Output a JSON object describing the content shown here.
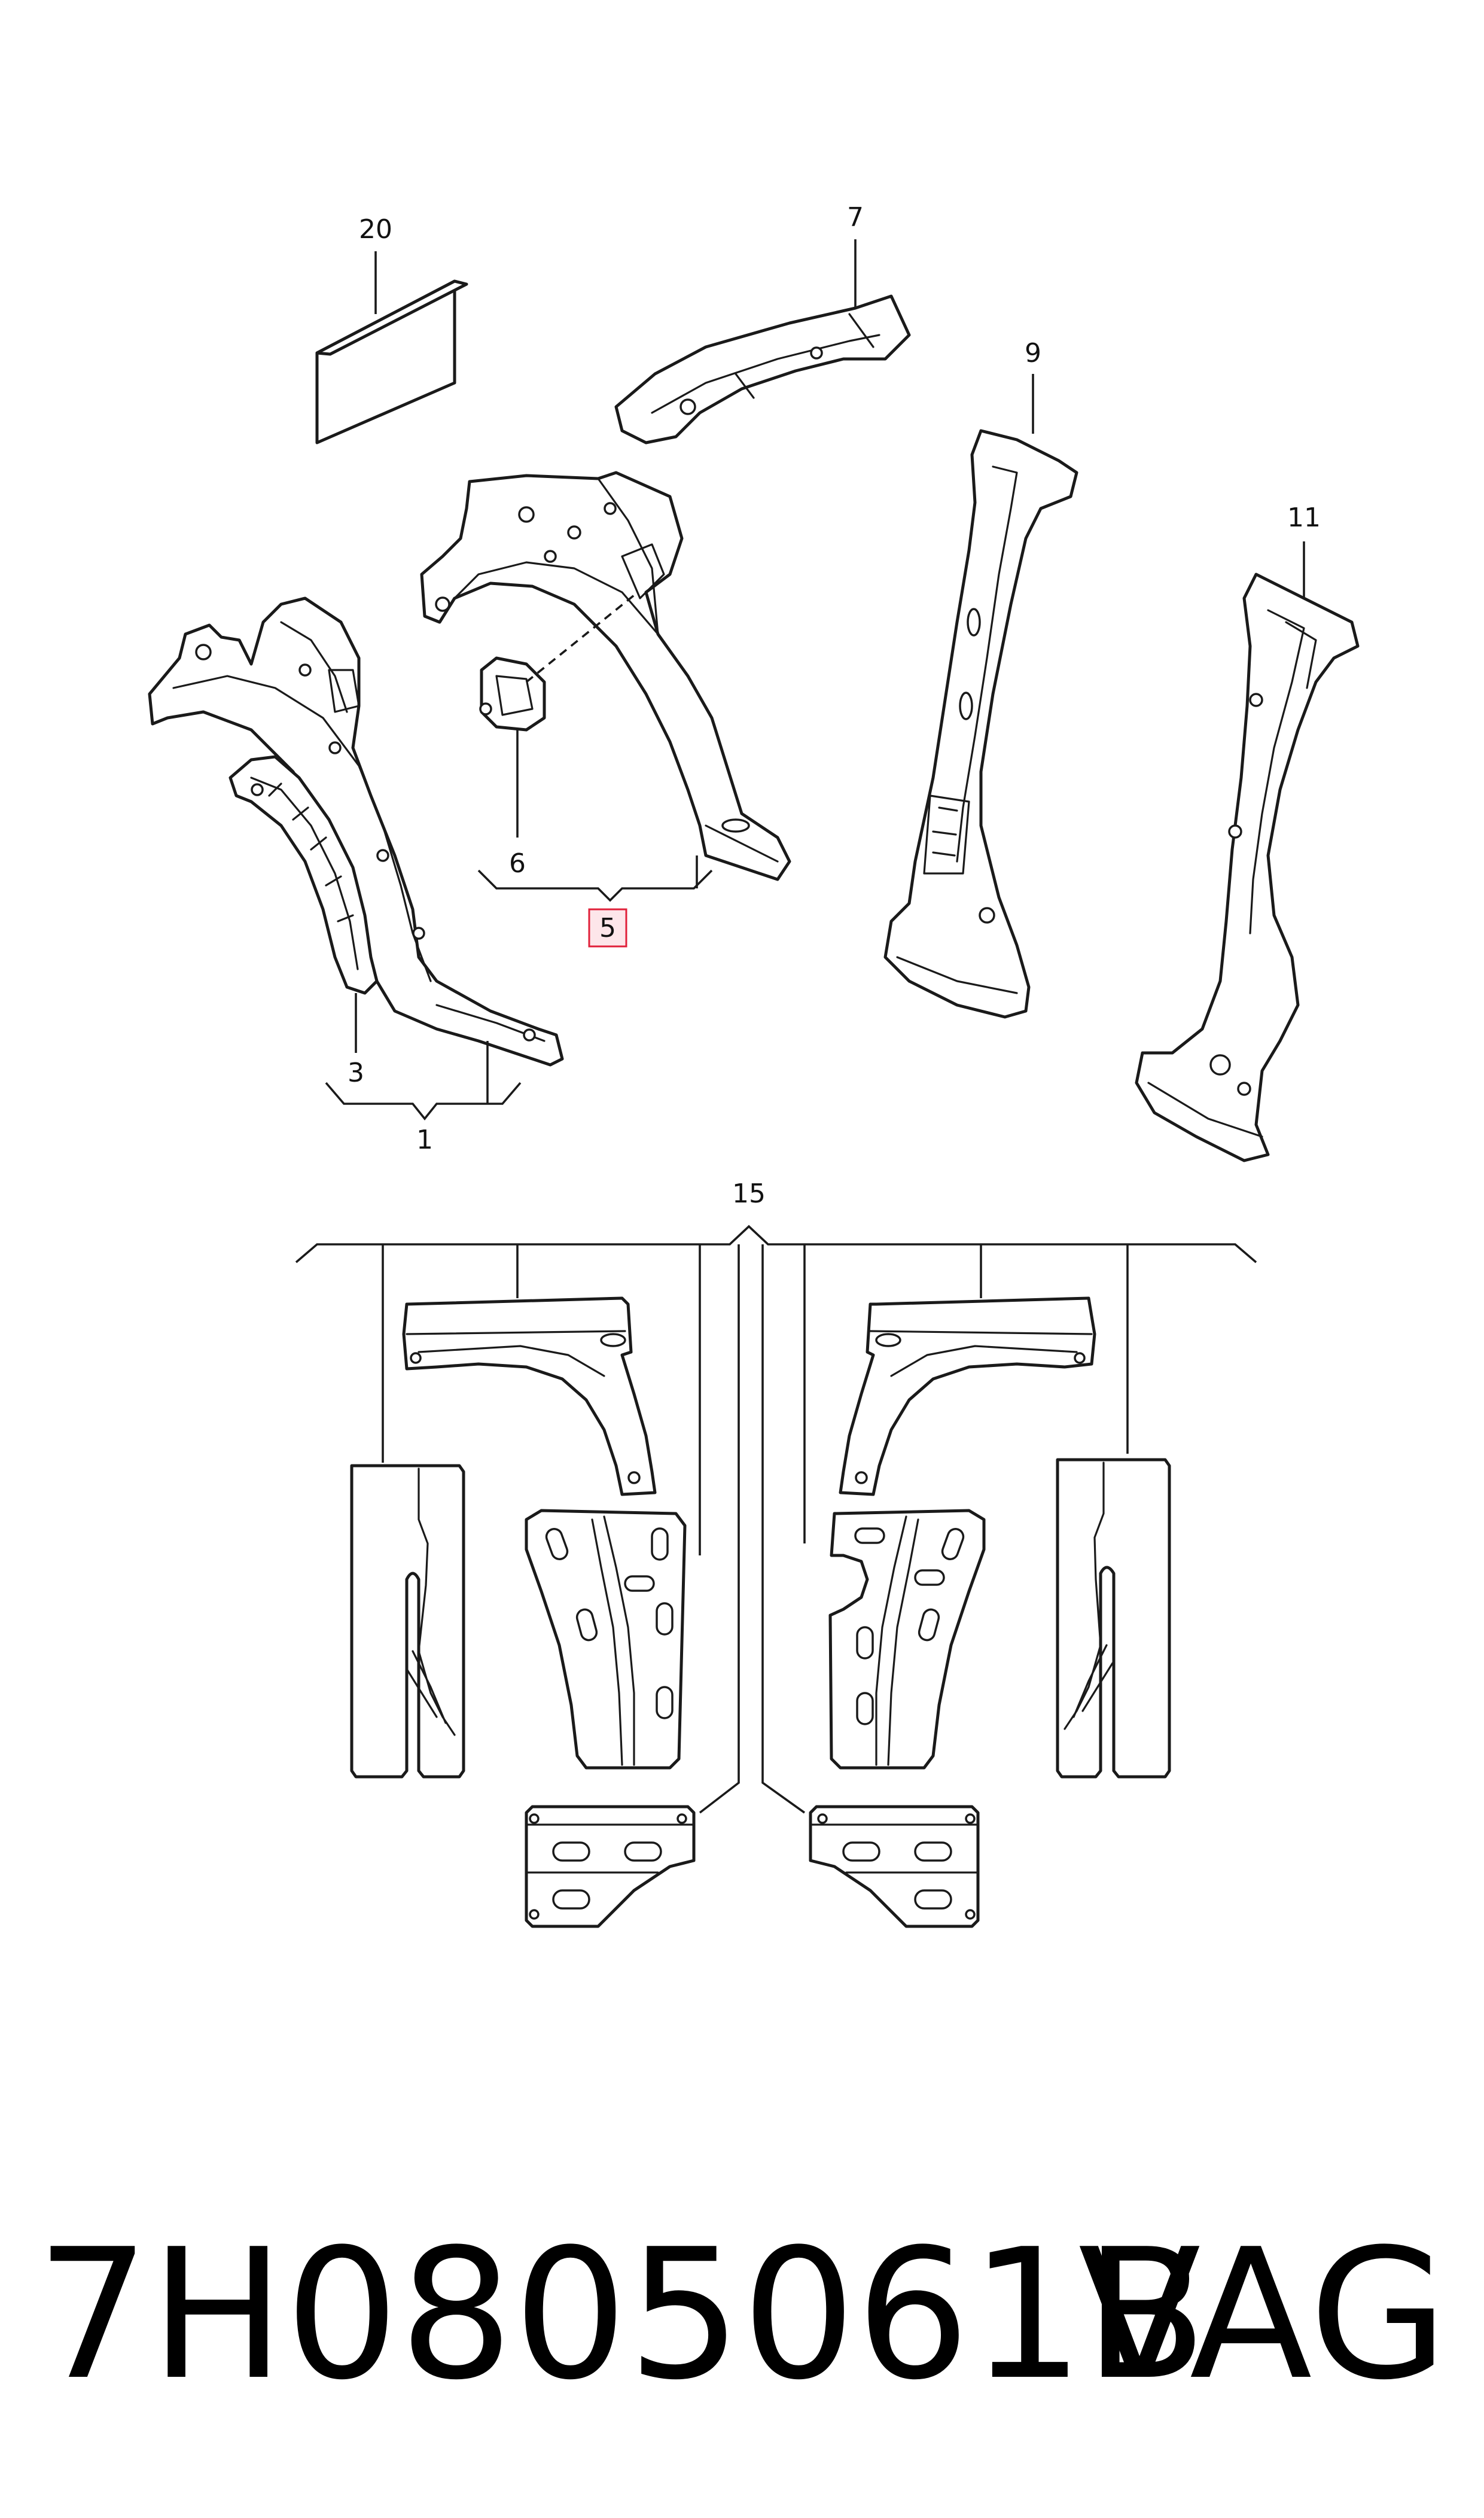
{
  "callouts": {
    "c20": "20",
    "c7": "7",
    "c9": "9",
    "c11": "11",
    "c6": "6",
    "c5": "5",
    "c3": "3",
    "c1": "1",
    "c15": "15"
  },
  "footer": {
    "part_number": "7H0805061B",
    "brand": "VAG"
  },
  "colors": {
    "line": "#1a1a1a",
    "highlight_fill": "#fde6ea",
    "highlight_stroke": "#e0203a"
  }
}
